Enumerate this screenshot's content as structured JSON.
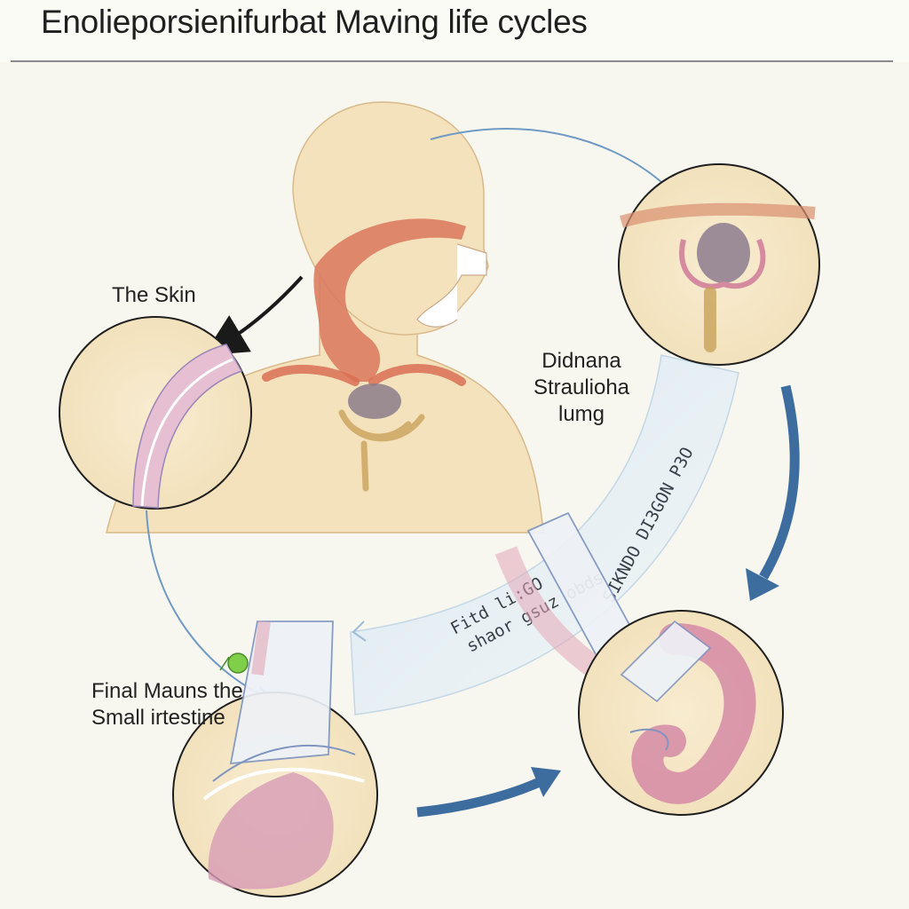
{
  "title": "Enolieporsienifurbat Maving life cycles",
  "labels": {
    "skin": "The Skin",
    "lung_line1": "Didnana",
    "lung_line2": "Straulioha",
    "lung_line3": "lumg",
    "intestine_line1": "Final Mauns the",
    "intestine_line2": "Small irtestine"
  },
  "band_text": {
    "upper": "SIKNDO DI3GON P3O",
    "lower_line1": "Fitd li:GO",
    "lower_line2": "shaor gsuz obds"
  },
  "colors": {
    "background": "#f7f7ef",
    "skin_tone": "#f4e4c0",
    "organ_red": "#d9725a",
    "arrow_blue": "#3d6d9e",
    "line_blue": "#6f9ac4",
    "tissue_pink": "#d9a6bd"
  }
}
